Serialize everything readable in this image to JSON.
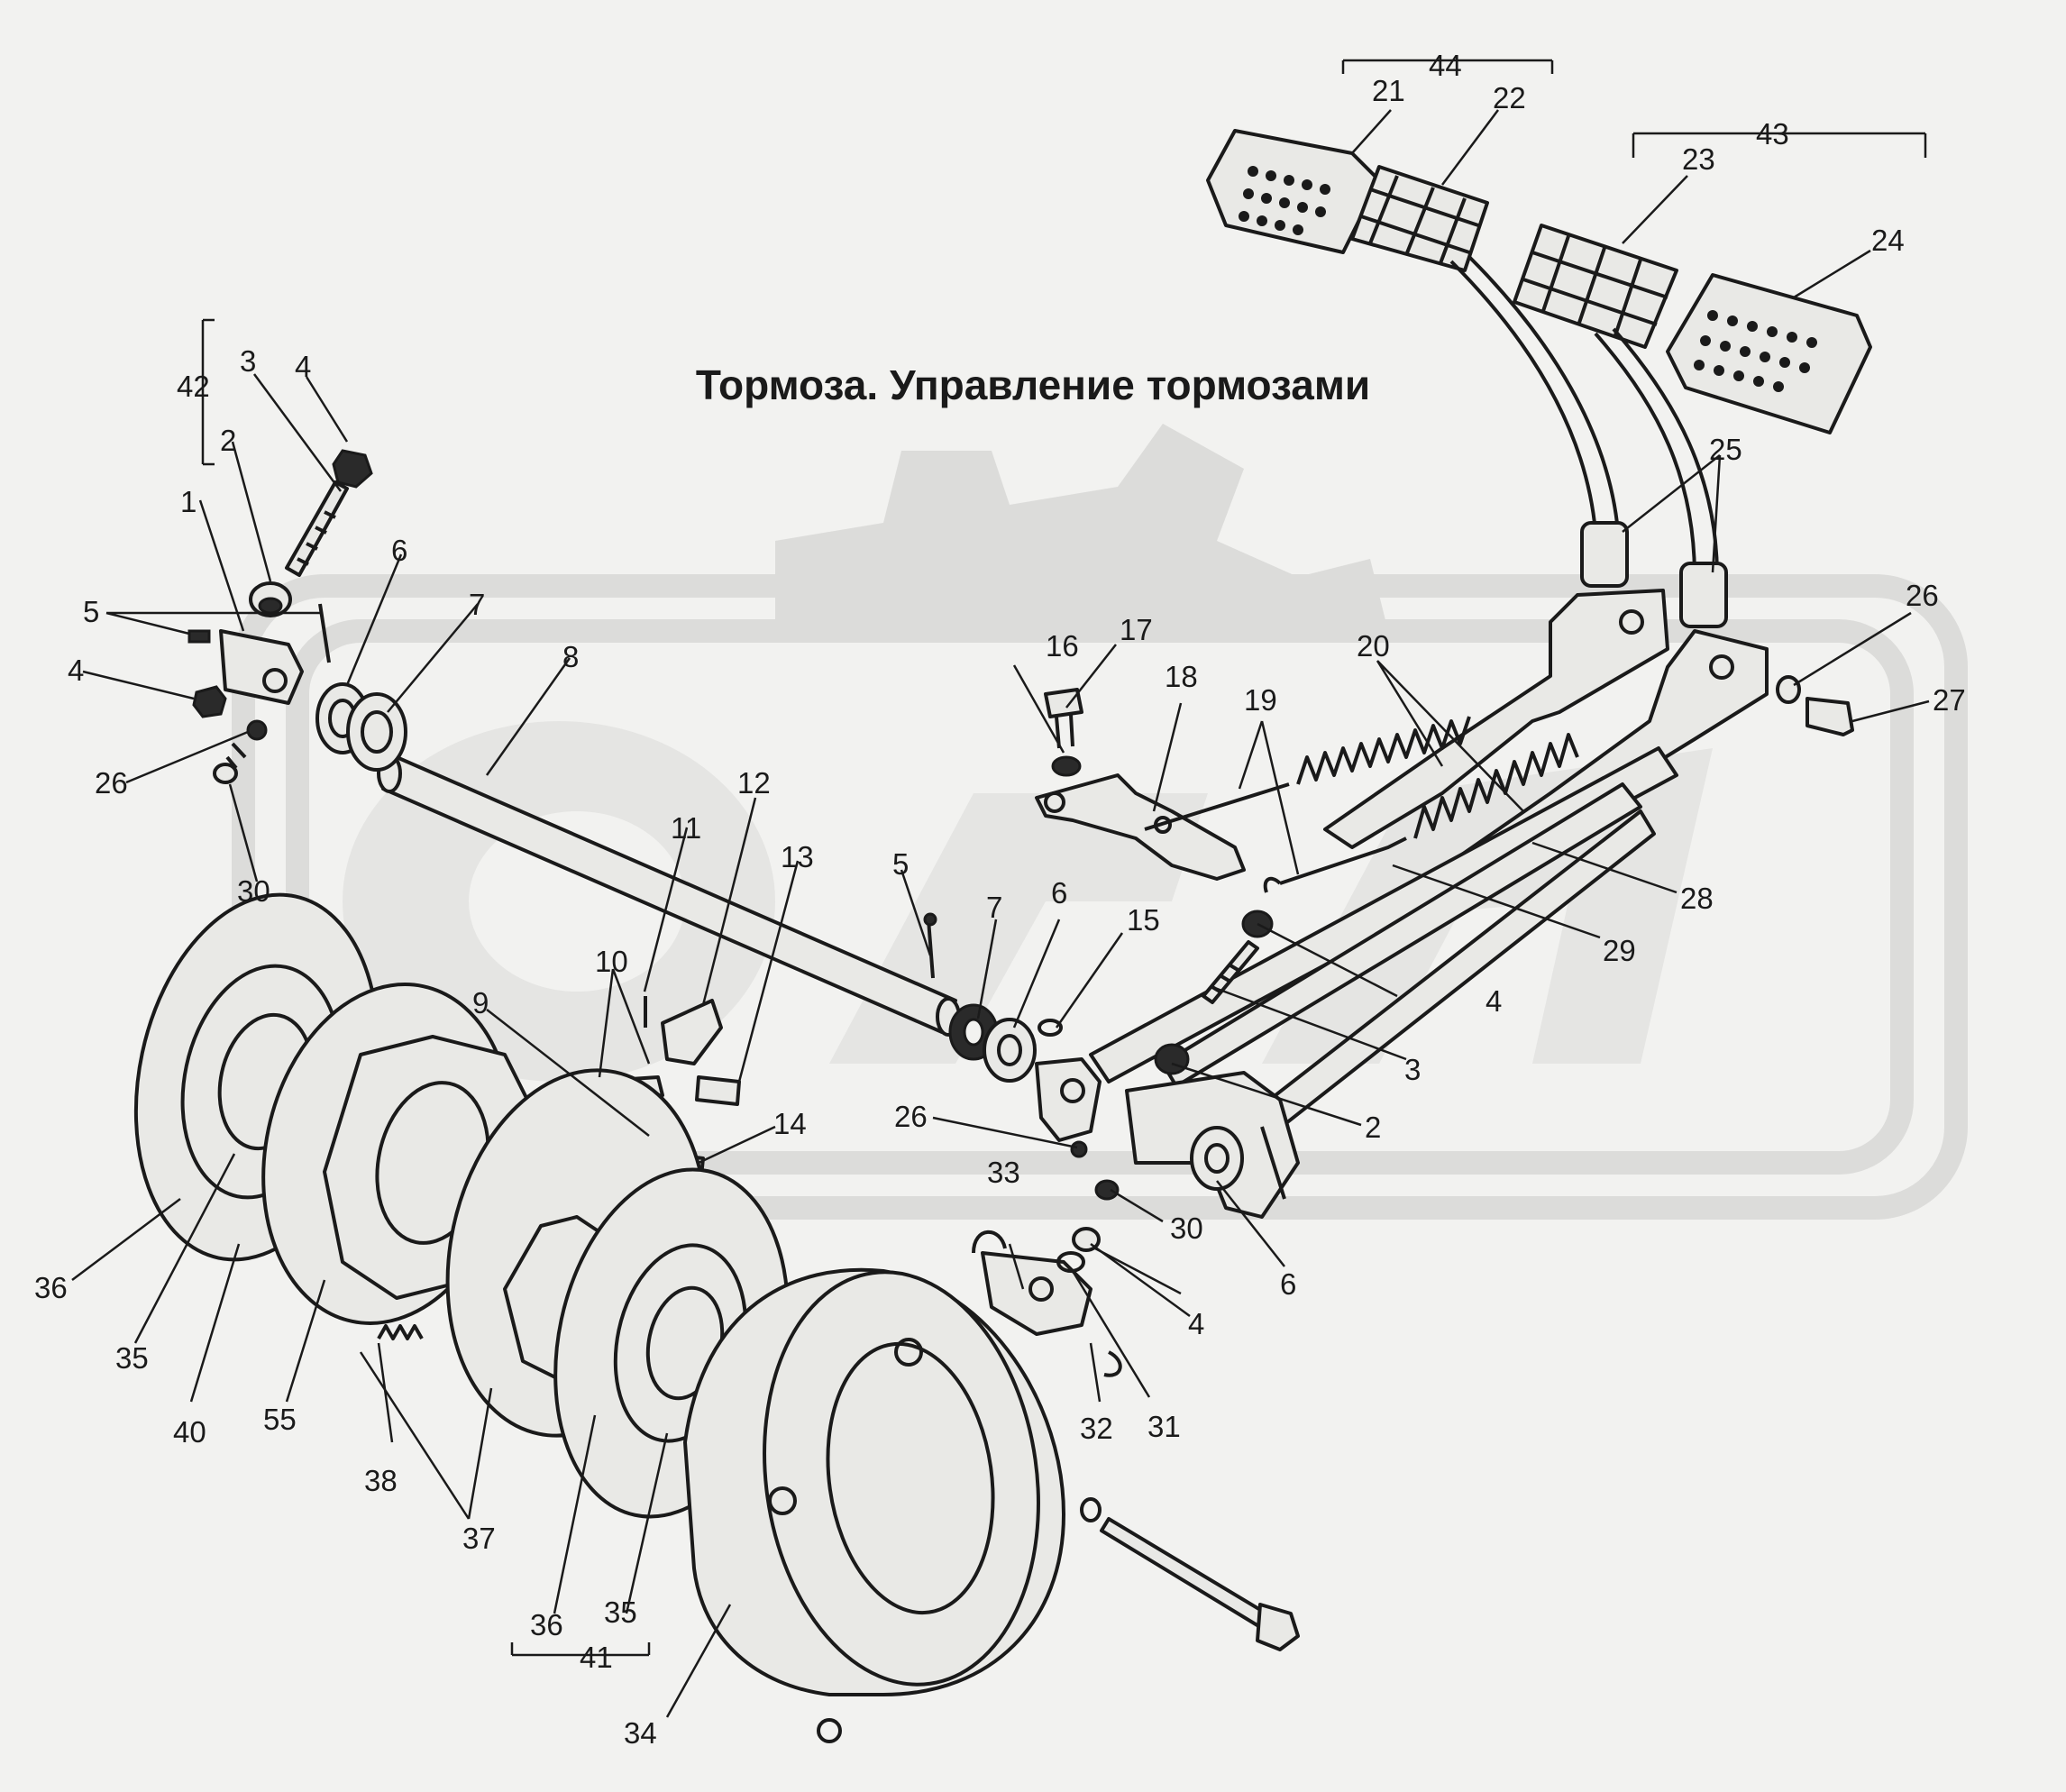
{
  "title": "Тормоза. Управление тормозами",
  "watermark": {
    "text": "ОРТА",
    "color": "#d6d6d4"
  },
  "labels": {
    "l1": "1",
    "l2a": "2",
    "l2b": "2",
    "l3a": "3",
    "l3b": "3",
    "l4a": "4",
    "l4b": "4",
    "l4c": "4",
    "l4d": "4",
    "l5a": "5",
    "l5b": "5",
    "l6a": "6",
    "l6b": "6",
    "l6c": "6",
    "l7a": "7",
    "l7b": "7",
    "l8": "8",
    "l9": "9",
    "l10": "10",
    "l11": "11",
    "l12": "12",
    "l13": "13",
    "l14": "14",
    "l15": "15",
    "l16": "16",
    "l17": "17",
    "l18": "18",
    "l19": "19",
    "l20": "20",
    "l21": "21",
    "l22": "22",
    "l23": "23",
    "l24": "24",
    "l25": "25",
    "l26a": "26",
    "l26b": "26",
    "l26c": "26",
    "l27": "27",
    "l28": "28",
    "l29": "29",
    "l30a": "30",
    "l30b": "30",
    "l31": "31",
    "l32": "32",
    "l33": "33",
    "l34": "34",
    "l35a": "35",
    "l35b": "35",
    "l36a": "36",
    "l36b": "36",
    "l37": "37",
    "l38": "38",
    "l40": "40",
    "l41": "41",
    "l42": "42",
    "l43": "43",
    "l44": "44",
    "l55": "55"
  }
}
